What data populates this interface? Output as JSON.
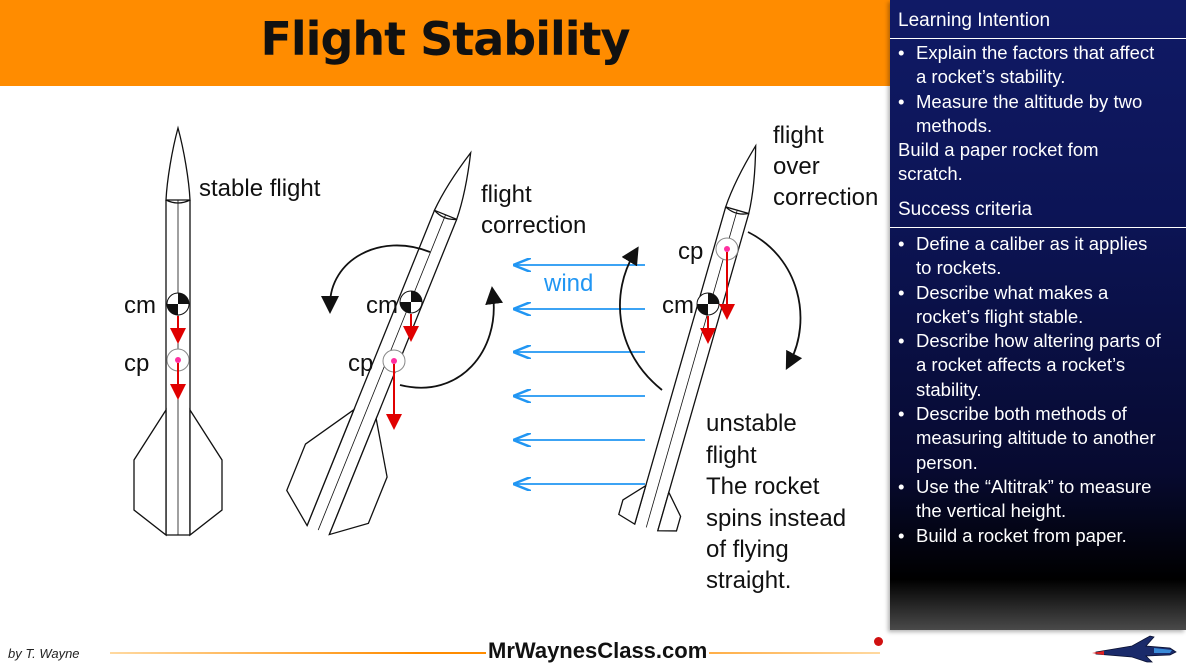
{
  "header": {
    "title": "Flight Stability"
  },
  "diagram": {
    "rocket1": {
      "caption": "stable flight",
      "cm_label": "cm",
      "cp_label": "cp"
    },
    "rocket2": {
      "caption_line1": "flight",
      "caption_line2": "correction",
      "cm_label": "cm",
      "cp_label": "cp"
    },
    "wind_label": "wind",
    "rocket3": {
      "caption_line1": "flight",
      "caption_line2": "over",
      "caption_line3": "correction",
      "cm_label": "cm",
      "cp_label": "cp",
      "unstable_lines": [
        "unstable",
        "flight",
        "The rocket",
        "spins instead",
        "of flying",
        "straight."
      ]
    }
  },
  "sidebar": {
    "learning_intention_heading": "Learning Intention",
    "learning_intention_items": [
      [
        "Explain the factors that affect",
        "a rocket’s stability."
      ],
      [
        "Measure the altitude by two",
        "methods."
      ]
    ],
    "learning_intention_extra": [
      "Build a paper rocket fom",
      "scratch."
    ],
    "success_criteria_heading": "Success criteria",
    "success_criteria_items": [
      [
        "Define a caliber as it applies",
        "to rockets."
      ],
      [
        "Describe what makes a",
        "rocket’s flight stable."
      ],
      [
        "Describe how altering parts of",
        "a rocket affects a rocket’s",
        "stability."
      ],
      [
        "Describe both methods of",
        "measuring altitude to another",
        "person."
      ],
      [
        "Use the “Altitrak” to measure",
        "the vertical height."
      ],
      [
        "Build a rocket from paper."
      ]
    ],
    "bullet": "•"
  },
  "footer": {
    "author": "by T. Wayne",
    "site": "MrWaynesClass.com"
  },
  "colors": {
    "header_bg": "#ff8c00",
    "wind_arrow": "#2196f3",
    "force_arrow": "#e00000",
    "cp_dot": "#ff2fa0",
    "panel_bg": "#0c1455"
  },
  "icons": {
    "cm_marker": "center-of-mass-icon",
    "cp_marker": "center-of-pressure-icon",
    "logo": "jet-logo-icon"
  }
}
